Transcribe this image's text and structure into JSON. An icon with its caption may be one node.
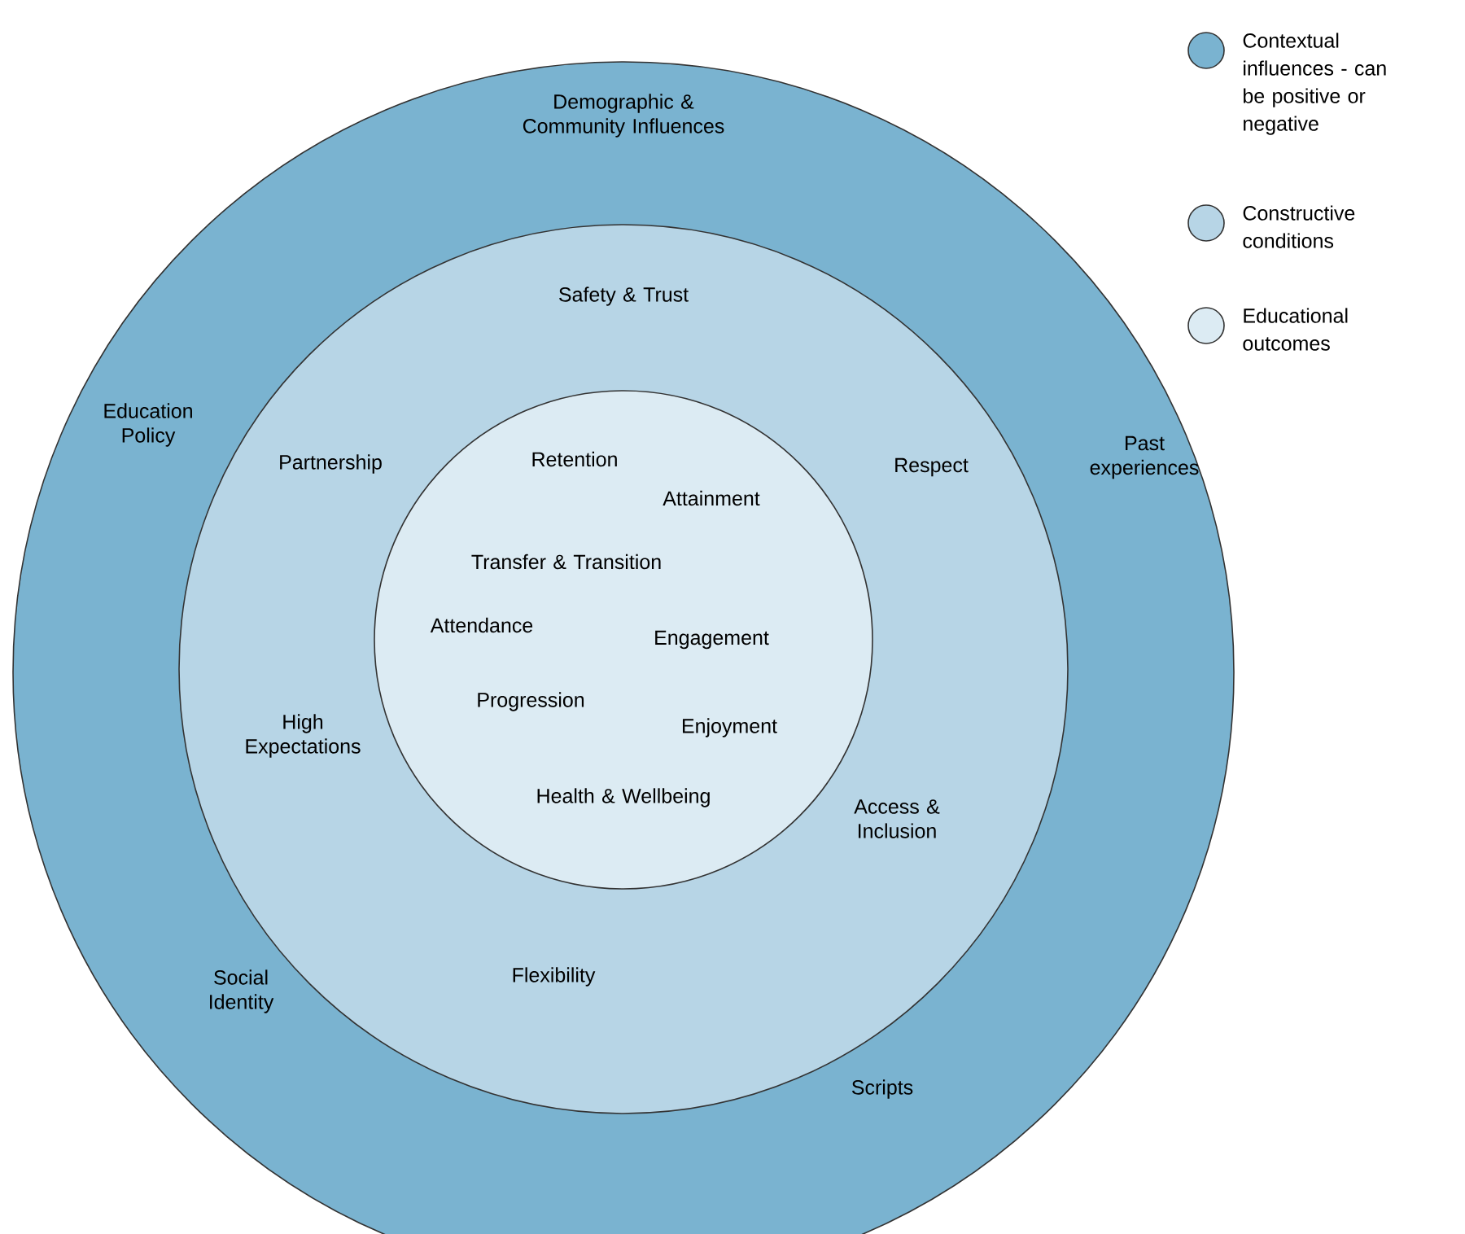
{
  "diagram": {
    "nodes": [
      {
        "text": [
          "Demographic & Community Influences",
          "Education Policy",
          "Past experiences",
          "Social Identity",
          "Scripts"
        ]
      },
      {
        "text": [
          "Safety & Trust",
          "Partnership",
          "Respect",
          "High Expectations",
          "Access & Inclusion",
          "Flexibility"
        ],
        "in": 0
      },
      {
        "text": [
          "Retention",
          "Attainment",
          "Transfer & Transition",
          "Attendance",
          "Engagement",
          "Progression",
          "Enjoyment",
          "Health & Wellbeing"
        ],
        "in": 1
      }
    ],
    "legend": [
      {
        "text": "Contextual influences - can be positive or negative",
        "color": "#7ab3d0"
      },
      {
        "text": "Constructive conditions",
        "color": "#b7d5e6"
      },
      {
        "text": "Educational outcomes",
        "color": "#dcebf3"
      }
    ]
  }
}
